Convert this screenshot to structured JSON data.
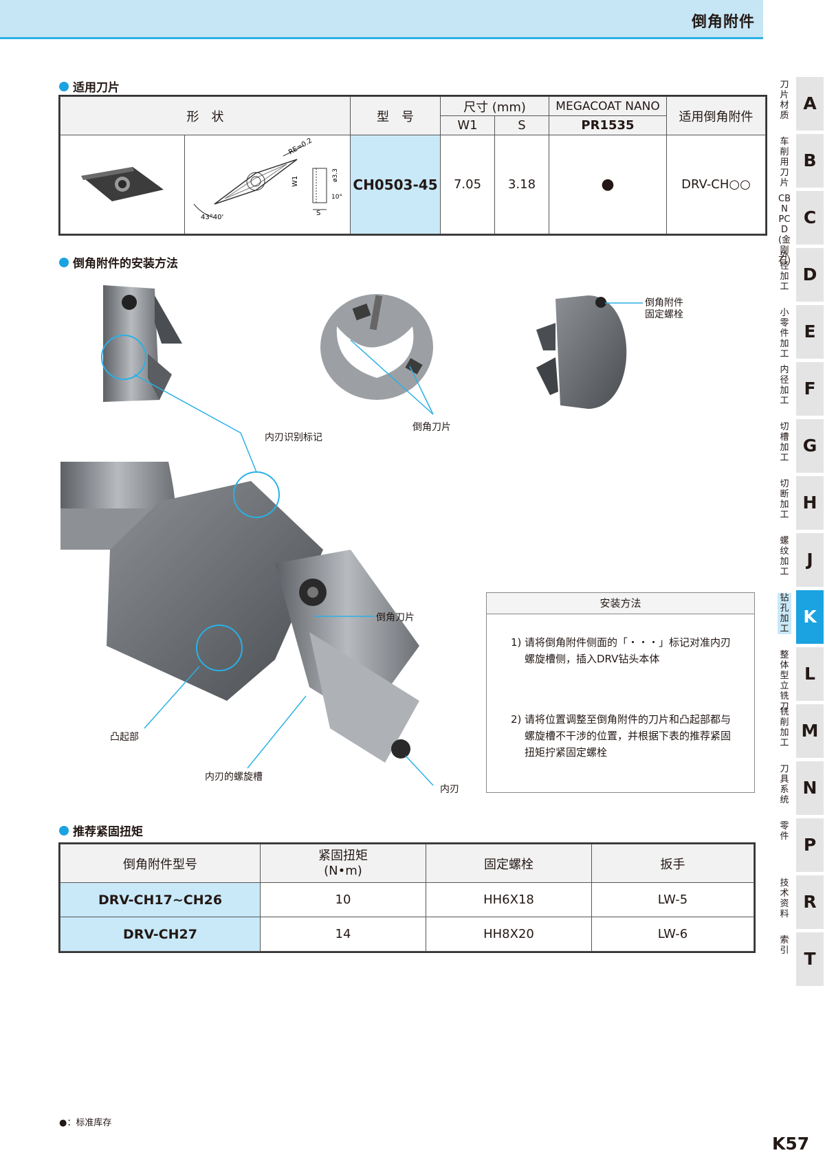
{
  "header": {
    "title": "倒角附件"
  },
  "sections": {
    "inserts": "适用刀片",
    "install": "倒角附件的安装方法",
    "torque": "推荐紧固扭矩"
  },
  "insert_table": {
    "h_shape": "形　状",
    "h_model": "型　号",
    "h_size": "尺寸 (mm)",
    "h_w1": "W1",
    "h_s": "S",
    "h_grade_line1": "MEGACOAT NANO",
    "h_grade_line2": "PR1535",
    "h_applicable": "适用倒角附件",
    "row": {
      "model": "CH0503-45",
      "w1": "7.05",
      "s": "3.18",
      "stock": "●",
      "applicable": "DRV-CH○○"
    },
    "drawing_labels": {
      "re": "RE=0.2",
      "w1": "W1",
      "d": "ø3.3",
      "angle10": "10°",
      "s": "S",
      "angle": "43°40'"
    }
  },
  "callouts": {
    "bolt": [
      "倒角附件",
      "固定螺栓"
    ],
    "insert_top": "倒角刀片",
    "mark": "内刃识别标记",
    "insert_main": "倒角刀片",
    "boss": "凸起部",
    "flute": "内刃的螺旋槽",
    "inner_edge": "内刃"
  },
  "install_box": {
    "title": "安装方法",
    "step1_num": "1)",
    "step1": "请将倒角附件侧面的「・・・」标记对准内刃螺旋槽侧，插入DRV钻头本体",
    "step2_num": "2)",
    "step2": "请将位置调整至倒角附件的刀片和凸起部都与螺旋槽不干涉的位置，并根据下表的推荐紧固扭矩拧紧固定螺栓"
  },
  "torque_table": {
    "headers": [
      "倒角附件型号",
      "紧固扭矩\n(N•m)",
      "固定螺栓",
      "扳手"
    ],
    "rows": [
      [
        "DRV-CH17~CH26",
        "10",
        "HH6X18",
        "LW-5"
      ],
      [
        "DRV-CH27",
        "14",
        "HH8X20",
        "LW-6"
      ]
    ]
  },
  "sidebar": [
    {
      "letter": "A",
      "label": "刀片材质"
    },
    {
      "letter": "B",
      "label": "车削用刀片"
    },
    {
      "letter": "C",
      "label": "CBN PCD(金刚石)"
    },
    {
      "letter": "D",
      "label": "外径加工"
    },
    {
      "letter": "E",
      "label": "小零件加工"
    },
    {
      "letter": "F",
      "label": "内径加工"
    },
    {
      "letter": "G",
      "label": "切槽加工"
    },
    {
      "letter": "H",
      "label": "切断加工"
    },
    {
      "letter": "J",
      "label": "螺纹加工"
    },
    {
      "letter": "K",
      "label": "钻孔加工"
    },
    {
      "letter": "L",
      "label": "整体型立铣刀"
    },
    {
      "letter": "M",
      "label": "铣削加工"
    },
    {
      "letter": "N",
      "label": "刀具系统"
    },
    {
      "letter": "P",
      "label": "零件"
    },
    {
      "letter": "R",
      "label": "技术资料"
    },
    {
      "letter": "T",
      "label": "索引"
    }
  ],
  "footnote": "●：标准库存",
  "page_number": "K57",
  "colors": {
    "accent": "#1aa3e0",
    "header_bg": "#c6e6f5",
    "cell_blue": "#c9e9f8"
  }
}
